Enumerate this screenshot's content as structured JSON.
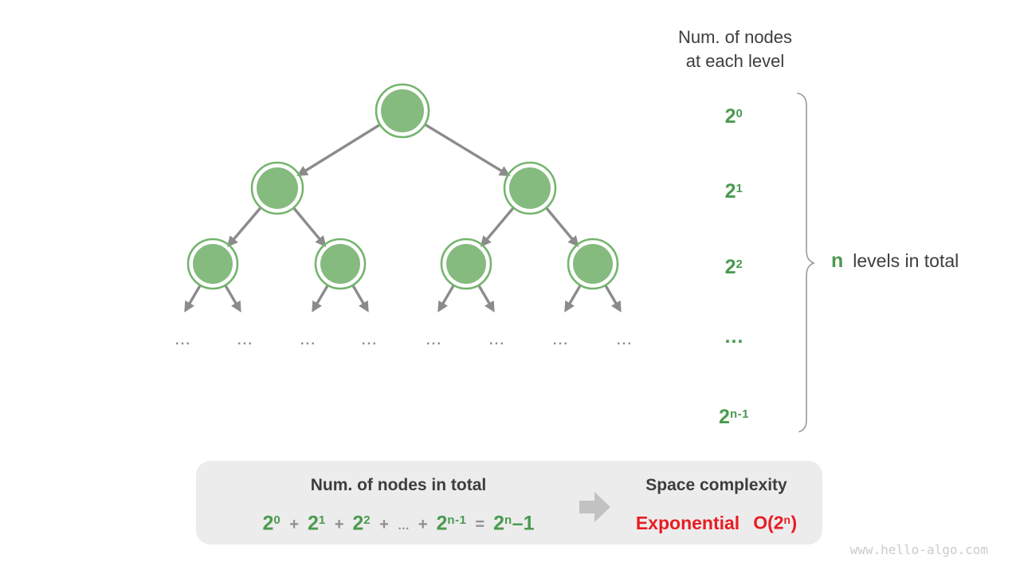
{
  "colors": {
    "green_fill": "#85bb7e",
    "green_stroke": "#74b46d",
    "green_text": "#4b9a50",
    "dark_text": "#3d3d3d",
    "gray_text": "#8f8f8f",
    "arrow": "#8b8b8b",
    "brace": "#9a9a9a",
    "red_text": "#e81c23",
    "box_bg": "#ececec",
    "block_arrow": "#c2c2c2",
    "watermark": "#cbcbcb"
  },
  "header": {
    "line1": "Num. of nodes",
    "line2": "at each level"
  },
  "levels": [
    {
      "label": {
        "pre": "2",
        "sup": "0"
      }
    },
    {
      "label": {
        "pre": "2",
        "sup": "1"
      }
    },
    {
      "label": {
        "pre": "2",
        "sup": "2"
      }
    },
    {
      "label": {
        "pre": "…"
      }
    },
    {
      "label": {
        "pre": "2",
        "sup": "n-1"
      }
    }
  ],
  "brace_note": {
    "highlight": "n",
    "text": "levels in total"
  },
  "tree": {
    "node_counts_per_level": [
      1,
      2,
      4
    ],
    "ellipsis_groups": 8,
    "ellipsis": "..."
  },
  "summary": {
    "left_title": "Num. of nodes in total",
    "equation": [
      {
        "pre": "2",
        "sup": "0",
        "cls": "green"
      },
      {
        "pre": "+",
        "cls": "op"
      },
      {
        "pre": "2",
        "sup": "1",
        "cls": "green"
      },
      {
        "pre": "+",
        "cls": "op"
      },
      {
        "pre": "2",
        "sup": "2",
        "cls": "green"
      },
      {
        "pre": "+",
        "cls": "op"
      },
      {
        "pre": "…",
        "cls": "op ell"
      },
      {
        "pre": "+",
        "cls": "op"
      },
      {
        "pre": "2",
        "sup": "n-1",
        "cls": "green"
      },
      {
        "pre": "=",
        "cls": "op"
      },
      {
        "pre": "2",
        "sup": "n",
        "post": "–1",
        "cls": "green"
      }
    ],
    "right_title": "Space complexity",
    "right_value": [
      {
        "pre": "Exponential",
        "cls": "red"
      },
      {
        "pre": "O(2",
        "sup": "n",
        "post": ")",
        "cls": "red"
      }
    ]
  },
  "watermark": "www.hello-algo.com"
}
